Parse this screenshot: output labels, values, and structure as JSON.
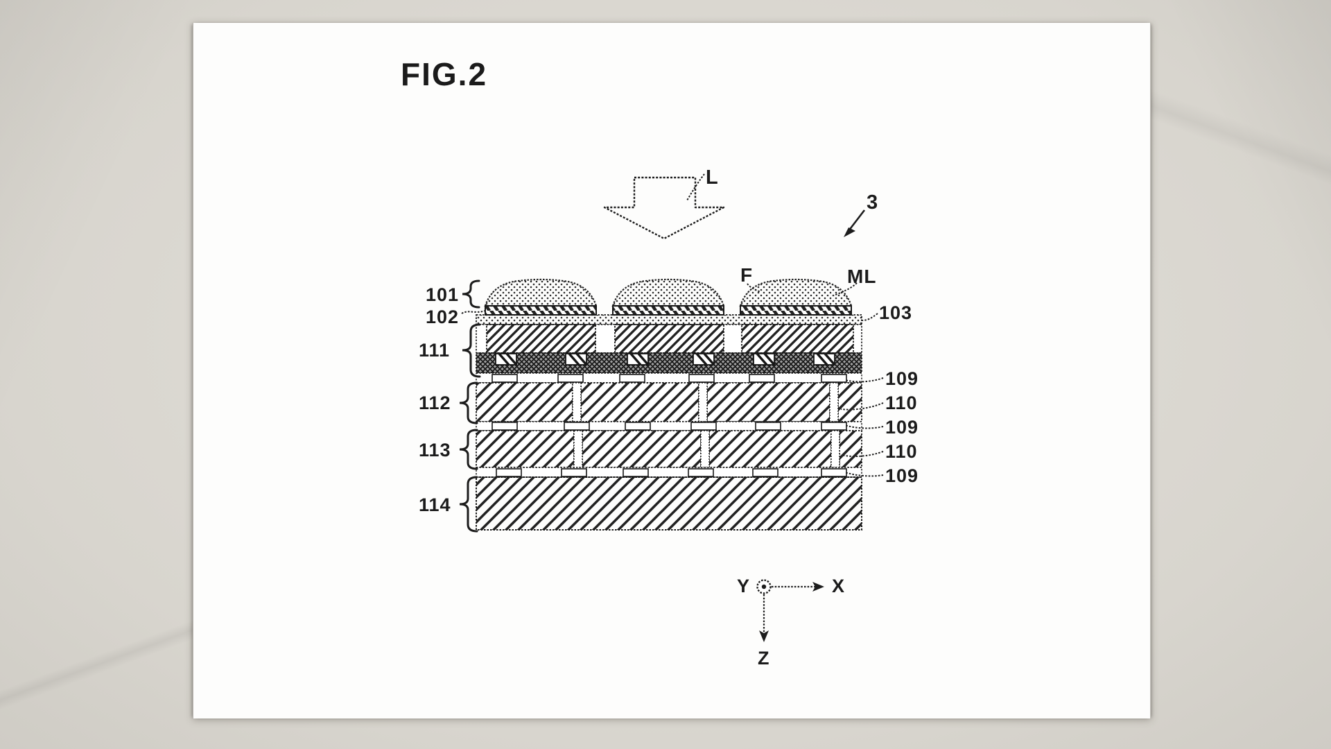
{
  "figure": {
    "title": "FIG.2",
    "annotations": {
      "light_ray": "L",
      "device_ref": "3",
      "flattening_film": "F",
      "microlens": "ML"
    },
    "left_labels": {
      "l101": "101",
      "l102": "102",
      "l111": "111",
      "l112": "112",
      "l113": "113",
      "l114": "114"
    },
    "right_labels": {
      "r103": "103",
      "r109a": "109",
      "r110a": "110",
      "r109b": "109",
      "r110b": "110",
      "r109c": "109"
    },
    "axes": {
      "x": "X",
      "y": "Y",
      "z": "Z"
    },
    "ink_color": "#1c1c1c",
    "paper_color": "#fdfdfc",
    "backdrop_color": "#d8d5ce"
  }
}
